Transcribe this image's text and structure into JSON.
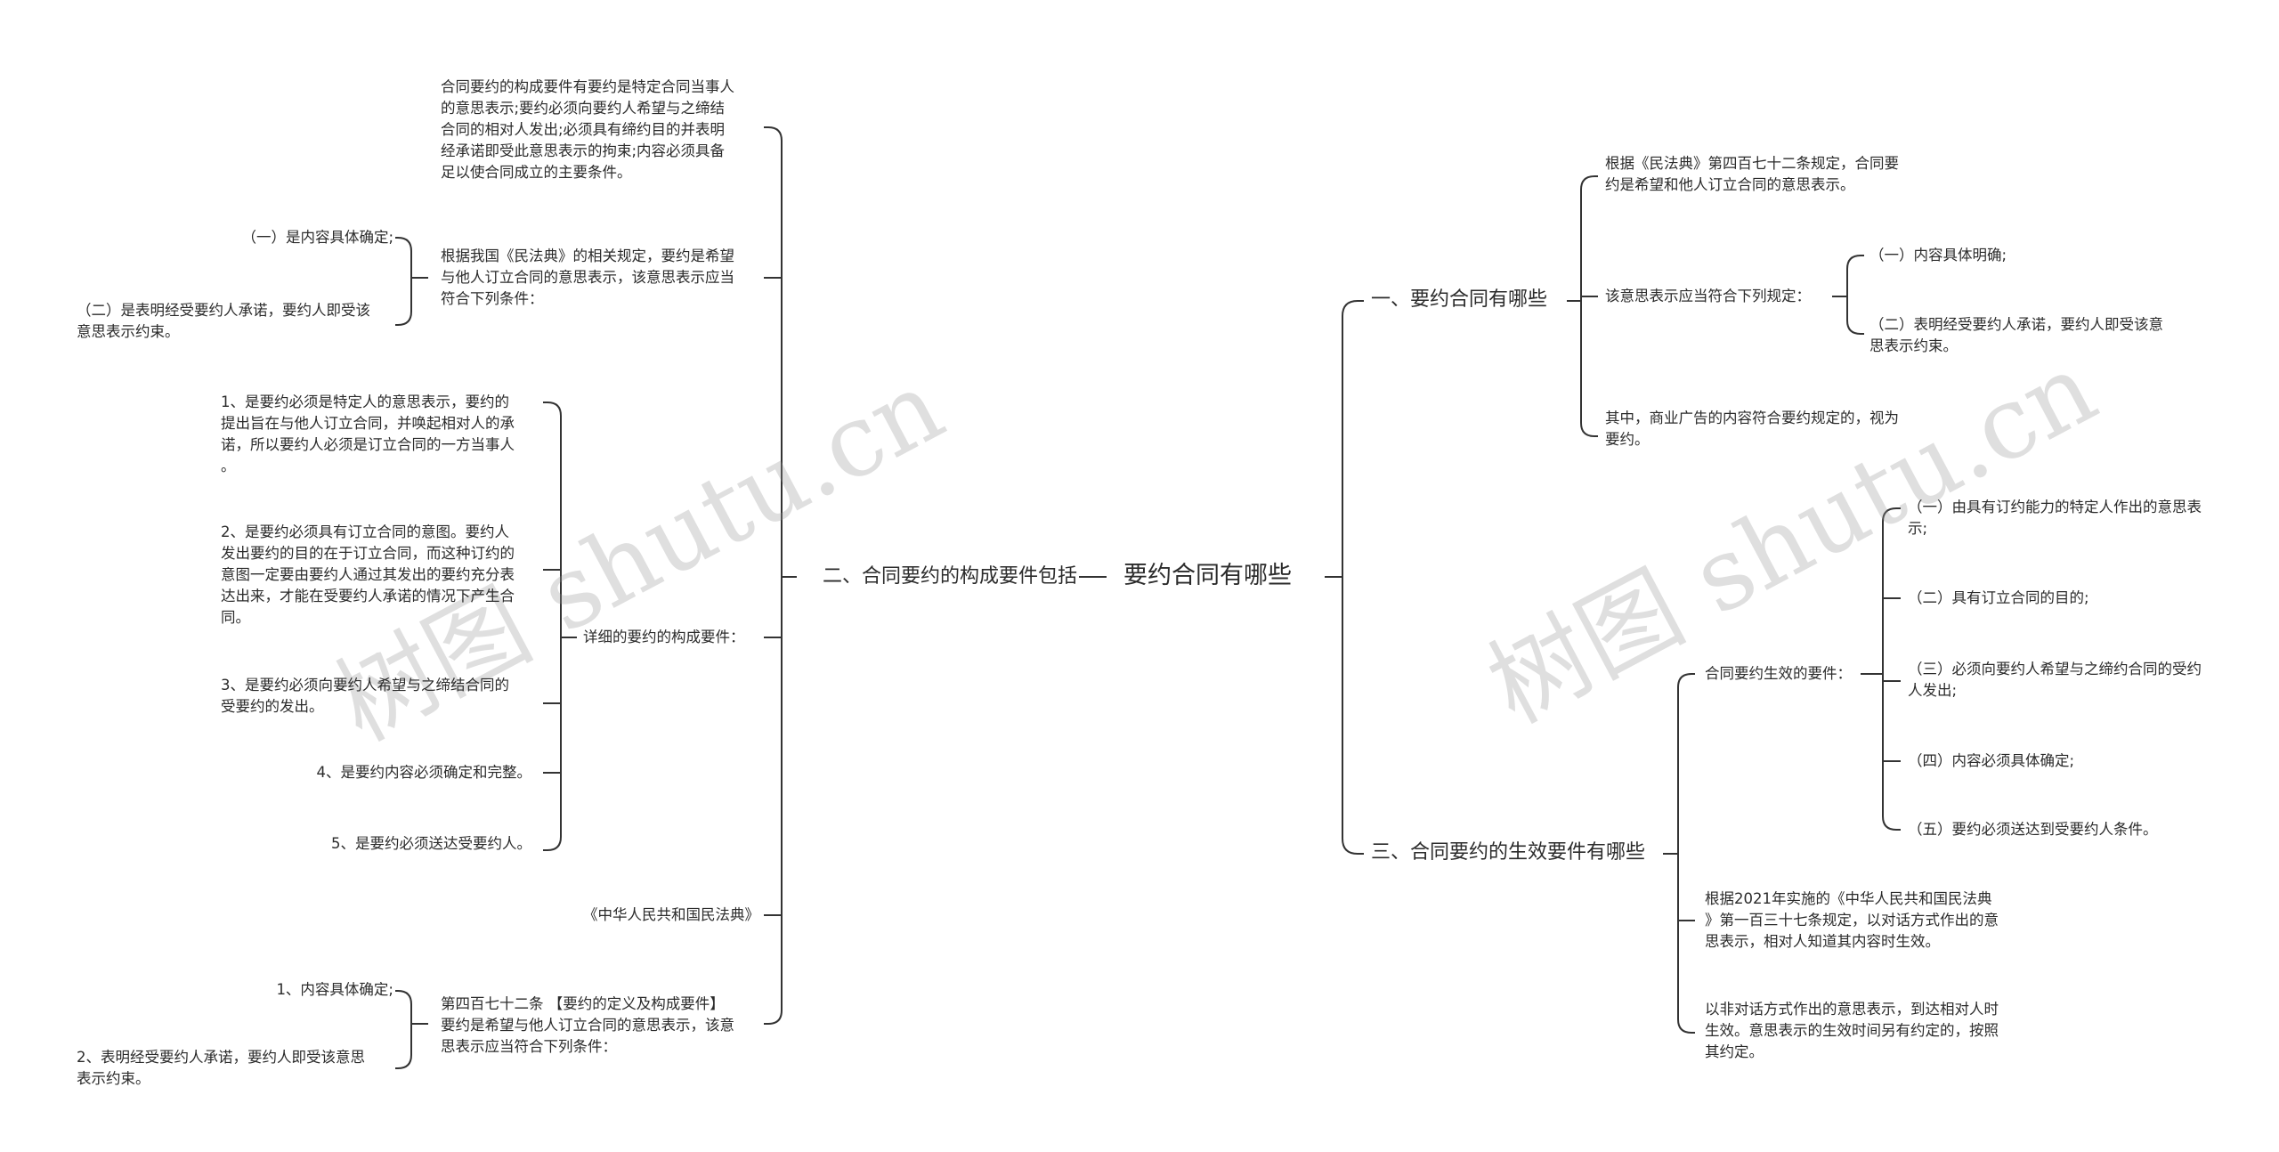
{
  "root": "要约合同有哪些",
  "watermark": "树图 shutu.cn",
  "left": {
    "branch": "二、合同要约的构成要件包括",
    "n_a": "合同要约的构成要件有要约是特定合同当事人\n的意思表示;要约必须向要约人希望与之缔结\n合同的相对人发出;必须具有缔约目的并表明\n经承诺即受此意思表示的拘束;内容必须具备\n足以使合同成立的主要条件。",
    "n_b": "根据我国《民法典》的相关规定，要约是希望\n与他人订立合同的意思表示，该意思表示应当\n符合下列条件：",
    "n_b1": "（一）是内容具体确定;",
    "n_b2": "（二）是表明经受要约人承诺，要约人即受该\n意思表示约束。",
    "n_c": "详细的要约的构成要件：",
    "n_c1": "1、是要约必须是特定人的意思表示，要约的\n提出旨在与他人订立合同，并唤起相对人的承\n诺，所以要约人必须是订立合同的一方当事人\n。",
    "n_c2": "2、是要约必须具有订立合同的意图。要约人\n发出要约的目的在于订立合同，而这种订约的\n意图一定要由要约人通过其发出的要约充分表\n达出来，才能在受要约人承诺的情况下产生合\n同。",
    "n_c3": "3、是要约必须向要约人希望与之缔结合同的\n受要约的发出。",
    "n_c4": "4、是要约内容必须确定和完整。",
    "n_c5": "5、是要约必须送达受要约人。",
    "n_d": "《中华人民共和国民法典》",
    "n_e": "第四百七十二条 【要约的定义及构成要件】\n要约是希望与他人订立合同的意思表示，该意\n思表示应当符合下列条件：",
    "n_e1": "1、内容具体确定;",
    "n_e2": "2、表明经受要约人承诺，要约人即受该意思\n表示约束。"
  },
  "right1": {
    "branch": "一、要约合同有哪些",
    "n_a": "根据《民法典》第四百七十二条规定，合同要\n约是希望和他人订立合同的意思表示。",
    "n_b": "该意思表示应当符合下列规定：",
    "n_b1": "（一）内容具体明确;",
    "n_b2": "（二）表明经受要约人承诺，要约人即受该意\n思表示约束。",
    "n_c": "其中，商业广告的内容符合要约规定的，视为\n要约。"
  },
  "right2": {
    "branch": "三、合同要约的生效要件有哪些",
    "n_a": "合同要约生效的要件：",
    "n_a1": "（一）由具有订约能力的特定人作出的意思表\n示;",
    "n_a2": "（二）具有订立合同的目的;",
    "n_a3": "（三）必须向要约人希望与之缔约合同的受约\n人发出;",
    "n_a4": "（四）内容必须具体确定;",
    "n_a5": "（五）要约必须送达到受要约人条件。",
    "n_b": "根据2021年实施的《中华人民共和国民法典\n》第一百三十七条规定，以对话方式作出的意\n思表示，相对人知道其内容时生效。",
    "n_c": "以非对话方式作出的意思表示，到达相对人时\n生效。意思表示的生效时间另有约定的，按照\n其约定。"
  }
}
